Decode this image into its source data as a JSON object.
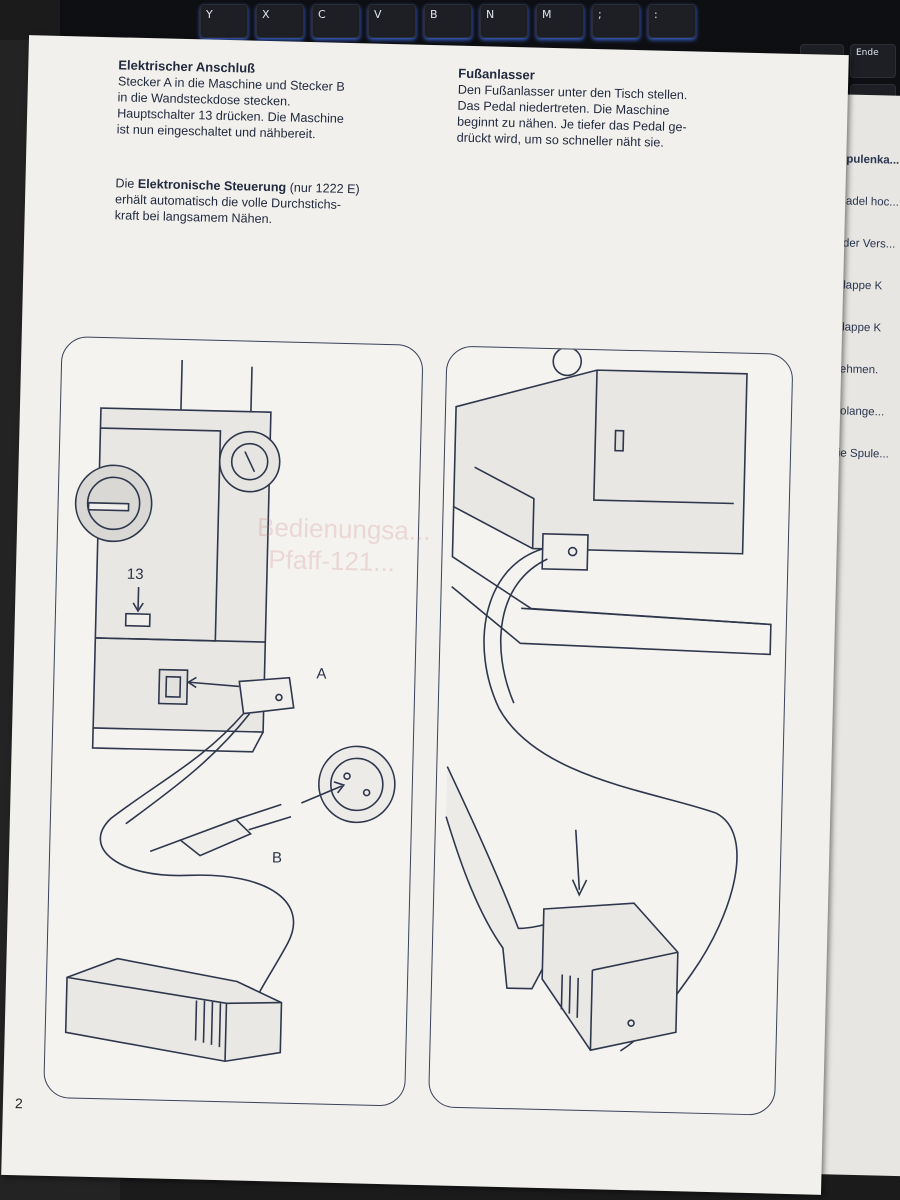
{
  "keyboard": {
    "keys": [
      "Y",
      "X",
      "C",
      "V",
      "B",
      "N",
      "M",
      ";",
      ":",
      "Ende"
    ]
  },
  "manual": {
    "section1": {
      "heading": "Elektrischer Anschluß",
      "lines": [
        "Stecker A in die Maschine und Stecker B",
        "in die Wandsteckdose stecken.",
        "Hauptschalter 13 drücken. Die Maschine",
        "ist nun eingeschaltet und nähbereit."
      ]
    },
    "section2": {
      "heading": "Fußanlasser",
      "lines": [
        "Den Fußanlasser unter den Tisch stellen.",
        "Das Pedal niedertreten. Die Maschine",
        "beginnt zu nähen. Je tiefer das Pedal ge-",
        "drückt wird, um so schneller näht sie."
      ]
    },
    "section3": {
      "prefix": "Die ",
      "bold": "Elektronische Steuerung",
      "suffix": " (nur 1222 E)",
      "lines": [
        "erhält automatisch die volle Durchstichs-",
        "kraft bei langsamem Nähen."
      ]
    },
    "labels": {
      "switch": "13",
      "plug_a": "A",
      "plug_b": "B"
    },
    "watermark": [
      "Bedienungsa...",
      "Pfaff-121..."
    ],
    "page_number": "2"
  },
  "next_page": {
    "title": "Spulenka...",
    "lines": [
      "Nadel hoc...",
      "oder Vers...",
      "Klappe K",
      "Klappe K",
      "nehmen.",
      "Solange...",
      "die Spule..."
    ]
  },
  "colors": {
    "paper": "#f1f0ec",
    "ink": "#222a3e",
    "keyboard": "#0e0f12",
    "key_glow": "#4678ff"
  }
}
